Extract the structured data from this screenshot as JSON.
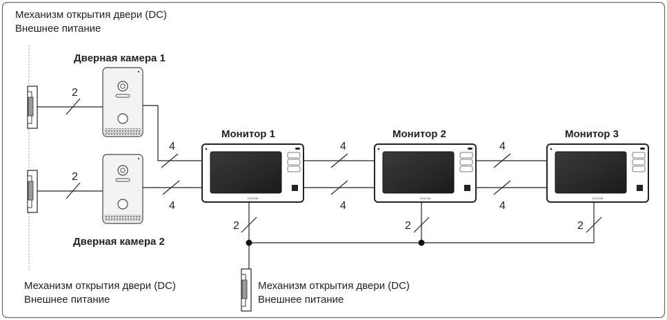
{
  "lock_top": {
    "line1": "Механизм открытия двери (DC)",
    "line2": "Внешнее питание"
  },
  "lock_bottom_left": {
    "line1": "Механизм открытия двери (DC)",
    "line2": "Внешнее питание"
  },
  "lock_bottom_center": {
    "line1": "Механизм открытия двери (DC)",
    "line2": "Внешнее питание"
  },
  "cameras": [
    {
      "label": "Дверная камера 1"
    },
    {
      "label": "Дверная камера 2"
    }
  ],
  "monitors": [
    {
      "label": "Монитор 1",
      "brand": "KOCOM"
    },
    {
      "label": "Монитор 2",
      "brand": "KOCOM"
    },
    {
      "label": "Монитор 3",
      "brand": "KOCOM"
    }
  ],
  "wire_counts": {
    "lock1": "2",
    "lock2": "2",
    "cam1_mon1": "4",
    "cam2_mon1": "4",
    "mon1_mon2_top": "4",
    "mon1_mon2_bottom": "4",
    "mon2_mon3_top": "4",
    "mon2_mon3_bottom": "4",
    "mon1_bus": "2",
    "mon2_bus": "2",
    "mon3_bus": "2"
  },
  "colors": {
    "line": "#222222",
    "frame": "#555555",
    "screen": "#2b2b2b",
    "camera_body": "#f3f3f3"
  }
}
